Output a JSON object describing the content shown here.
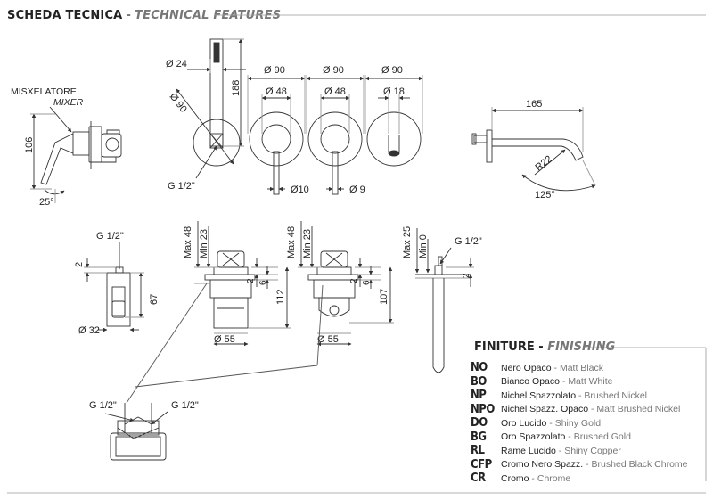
{
  "header": {
    "title_it": "SCHEDA TECNICA",
    "separator": "-",
    "title_en": "TECHNICAL FEATURES"
  },
  "mixer_label": {
    "it": "MISXELATORE",
    "en": "MIXER"
  },
  "dimensions": {
    "d24": "Ø 24",
    "h188": "188",
    "d90_diag": "Ø 90",
    "thread_spout": "G 1/2\"",
    "h106": "106",
    "a25": "25°",
    "plate1_d90": "Ø 90",
    "plate1_d48": "Ø 48",
    "plate1_d10": "Ø10",
    "plate2_d90": "Ø 90",
    "plate2_d48": "Ø 48",
    "plate2_d9": "Ø 9",
    "plate3_d90": "Ø 90",
    "plate3_d18": "Ø 18",
    "spout_165": "165",
    "spout_r22": "R22",
    "spout_125": "125°",
    "box_thread": "G 1/2\"",
    "box_2": "2",
    "box_67": "67",
    "box_d32": "Ø 32",
    "m1_max": "Max 48",
    "m1_min": "Min 23",
    "m1_2": "2",
    "m1_6": "6",
    "m1_112": "112",
    "m1_d55": "Ø 55",
    "m2_max": "Max 48",
    "m2_min": "Min 23",
    "m2_2": "2",
    "m2_6": "6",
    "m2_107": "107",
    "m2_d55": "Ø 55",
    "sp_max": "Max 25",
    "sp_min": "Min 0",
    "sp_thread": "G 1/2\"",
    "sp_2": "2",
    "bottom_thread_left": "G 1/2\"",
    "bottom_thread_right": "G 1/2\""
  },
  "finishing": {
    "title_it": "FINITURE",
    "separator": "-",
    "title_en": "FINISHING",
    "items": [
      {
        "code": "NO",
        "it": "Nero Opaco",
        "en": "Matt Black"
      },
      {
        "code": "BO",
        "it": "Bianco Opaco",
        "en": "Matt White"
      },
      {
        "code": "NP",
        "it": "Nichel Spazzolato",
        "en": "Brushed Nickel"
      },
      {
        "code": "NPO",
        "it": "Nichel Spazz. Opaco",
        "en": "Matt Brushed Nickel"
      },
      {
        "code": "DO",
        "it": "Oro Lucido",
        "en": "Shiny Gold"
      },
      {
        "code": "BG",
        "it": "Oro Spazzolato",
        "en": "Brushed Gold"
      },
      {
        "code": "RL",
        "it": "Rame Lucido",
        "en": "Shiny Copper"
      },
      {
        "code": "CFP",
        "it": "Cromo Nero Spazz.",
        "en": "Brushed Black Chrome"
      },
      {
        "code": "CR",
        "it": "Cromo",
        "en": "Chrome"
      }
    ]
  }
}
